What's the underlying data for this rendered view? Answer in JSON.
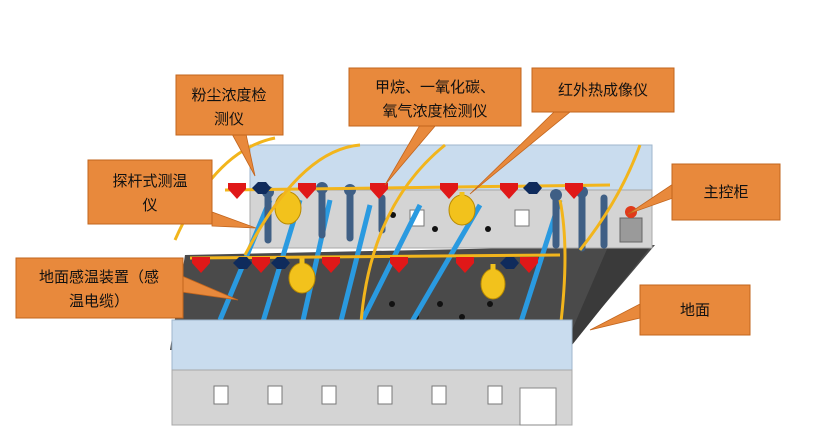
{
  "labels": {
    "dust": [
      "粉尘浓度检",
      "测仪"
    ],
    "gas": [
      "甲烷、一氧化碳、",
      "氧气浓度检测仪"
    ],
    "infrared": [
      "红外热成像仪"
    ],
    "probe": [
      "探杆式测温",
      "仪"
    ],
    "cable": [
      "地面感温装置（感",
      "温电缆）"
    ],
    "cabinet": [
      "主控柜"
    ],
    "ground": [
      "地面"
    ]
  },
  "colors": {
    "callout": "#e8893c",
    "callout_border": "#c2651d",
    "panel_light": "#c9dcee",
    "panel_gray": "#d4d4d4",
    "ground": "#4a4a4a",
    "rail": "#f2b51c",
    "sensor_red": "#e01818",
    "sensor_navy": "#0f2b5c",
    "pipe_blue": "#2a9ae0",
    "pipe_slate": "#3f5f85",
    "bulb_yellow": "#f2c21c"
  }
}
